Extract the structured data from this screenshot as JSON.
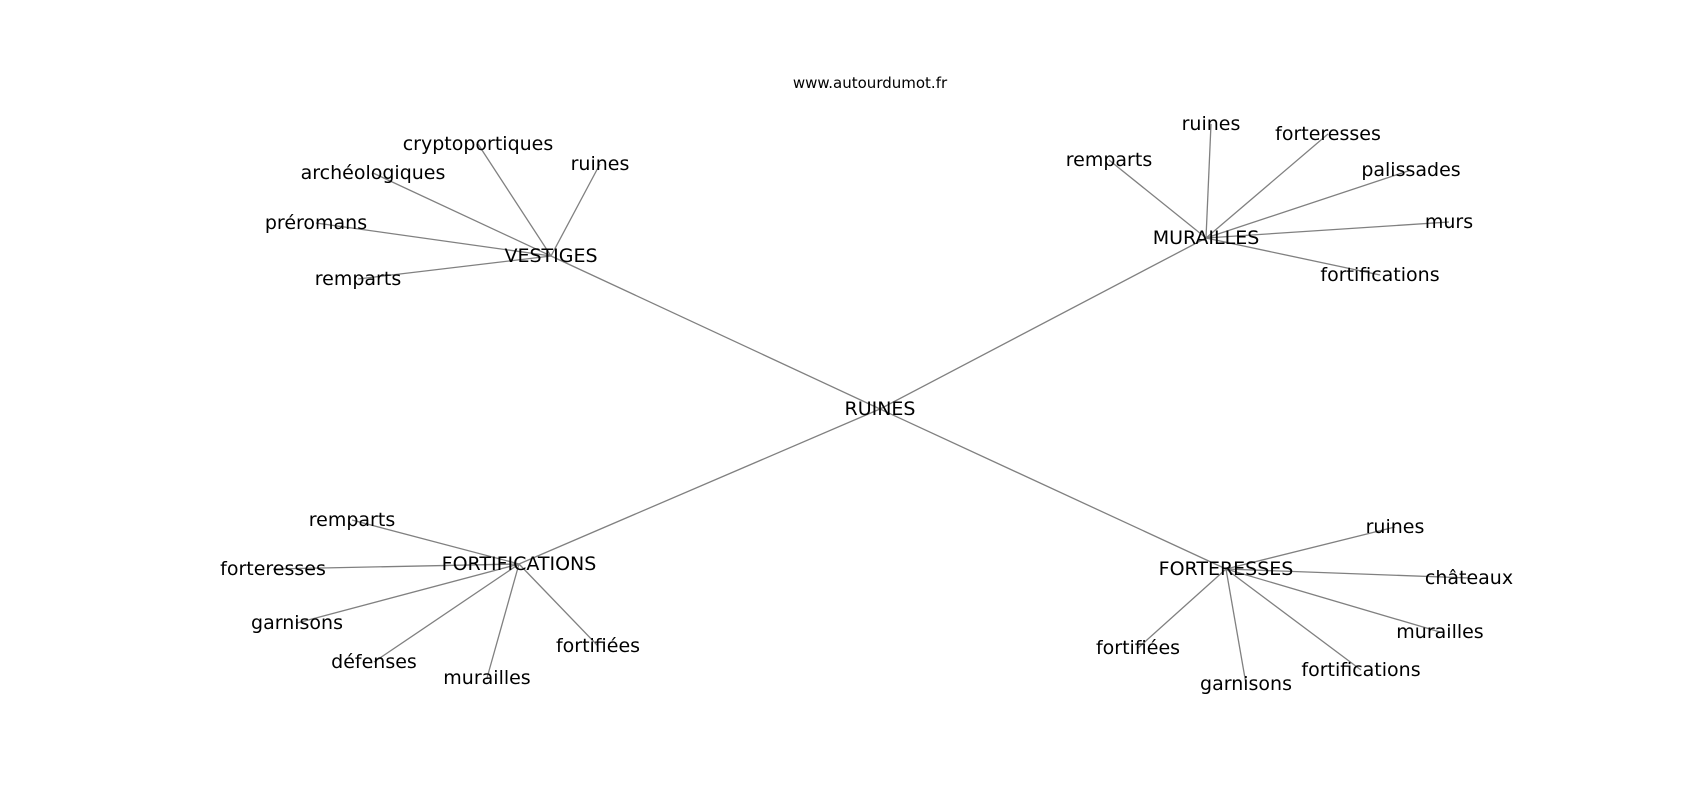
{
  "source": "www.autourdumot.fr",
  "graph": {
    "root": "RUINES",
    "branches": [
      {
        "label": "VESTIGES",
        "leaves": [
          "cryptoportiques",
          "archéologiques",
          "ruines",
          "préromans",
          "remparts"
        ]
      },
      {
        "label": "MURAILLES",
        "leaves": [
          "ruines",
          "forteresses",
          "remparts",
          "palissades",
          "murs",
          "fortifications"
        ]
      },
      {
        "label": "FORTIFICATIONS",
        "leaves": [
          "remparts",
          "forteresses",
          "garnisons",
          "défenses",
          "murailles",
          "fortifiées"
        ]
      },
      {
        "label": "FORTERESSES",
        "leaves": [
          "ruines",
          "châteaux",
          "murailles",
          "fortifiées",
          "garnisons",
          "fortifications"
        ]
      }
    ]
  }
}
